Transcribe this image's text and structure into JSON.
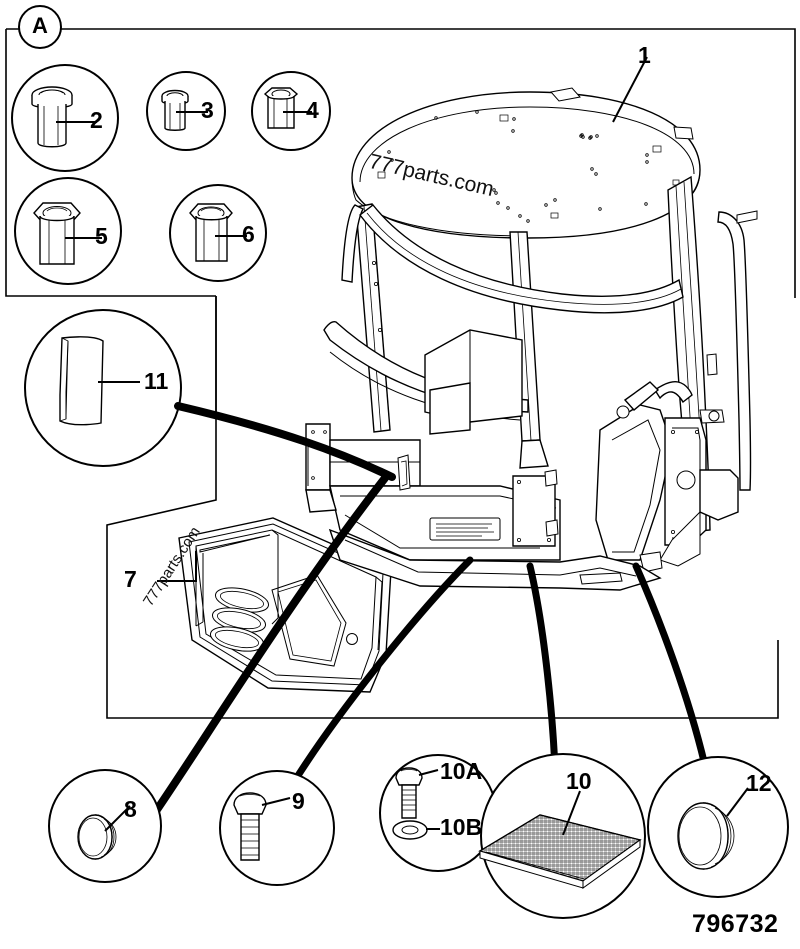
{
  "drawing": {
    "number": "796732",
    "section_label": "A",
    "watermark": "777parts.com"
  },
  "callouts": {
    "group_a": [
      {
        "id": "2",
        "name": "rivet-nut-large-round-flange"
      },
      {
        "id": "3",
        "name": "rivet-nut-small-round-flange"
      },
      {
        "id": "4",
        "name": "rivet-nut-small-hex-flange"
      },
      {
        "id": "5",
        "name": "rivet-nut-large-hex-flange"
      },
      {
        "id": "6",
        "name": "rivet-nut-medium-hex-flange"
      }
    ],
    "detail_circles": [
      {
        "id": "11",
        "name": "window-glass-panel"
      },
      {
        "id": "8",
        "name": "blanking-plug-small"
      },
      {
        "id": "9",
        "name": "hex-head-bolt"
      },
      {
        "id": "10A",
        "name": "hex-head-bolt-small"
      },
      {
        "id": "10B",
        "name": "flat-washer"
      },
      {
        "id": "10",
        "name": "floor-mat"
      },
      {
        "id": "12",
        "name": "blanking-plug-large"
      }
    ],
    "inline": [
      {
        "id": "1",
        "name": "cab-frame-assembly"
      },
      {
        "id": "7",
        "name": "floor-trim-panel"
      }
    ]
  },
  "labels": {
    "one": "1",
    "two": "2",
    "three": "3",
    "four": "4",
    "five": "5",
    "six": "6",
    "seven": "7",
    "eight": "8",
    "nine": "9",
    "ten": "10",
    "ten_a": "10A",
    "ten_b": "10B",
    "eleven": "11",
    "twelve": "12",
    "section_a": "A"
  }
}
